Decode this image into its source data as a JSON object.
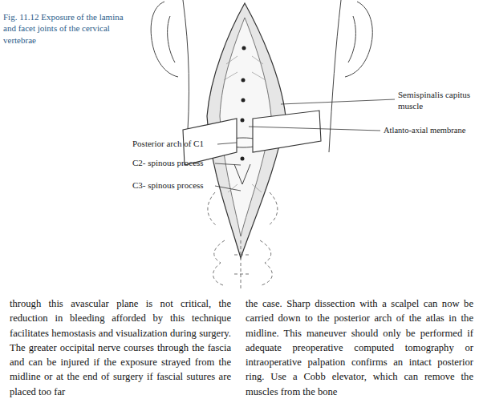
{
  "diagram": {
    "caption": "Fig. 11.12 Exposure of the lamina and facet joints of the cervical vertebrae",
    "labels": [
      "Semispinalis capitus muscle",
      "Atlanto-axial membrane",
      "Posterior arch of C1",
      "C2- spinous process",
      "C3- spinous process",
      "through this avascular plane is not critical, the reduction in bleeding afforded by this technique facilitates hemostasis and visualization during surgery. The greater occipital nerve courses through the fascia and can be injured if the exposure strayed from the midline or at the end of surgery if fascial sutures are placed too far",
      "the case. Sharp dissection with a scalpel can now be carried down to the posterior arch of the atlas in the midline. This maneuver should only be performed if adequate preoperative computed tomography or intraoperative palpation confirms an intact posterior ring. Use a Cobb elevator, which can remove the muscles from the bone"
    ]
  }
}
